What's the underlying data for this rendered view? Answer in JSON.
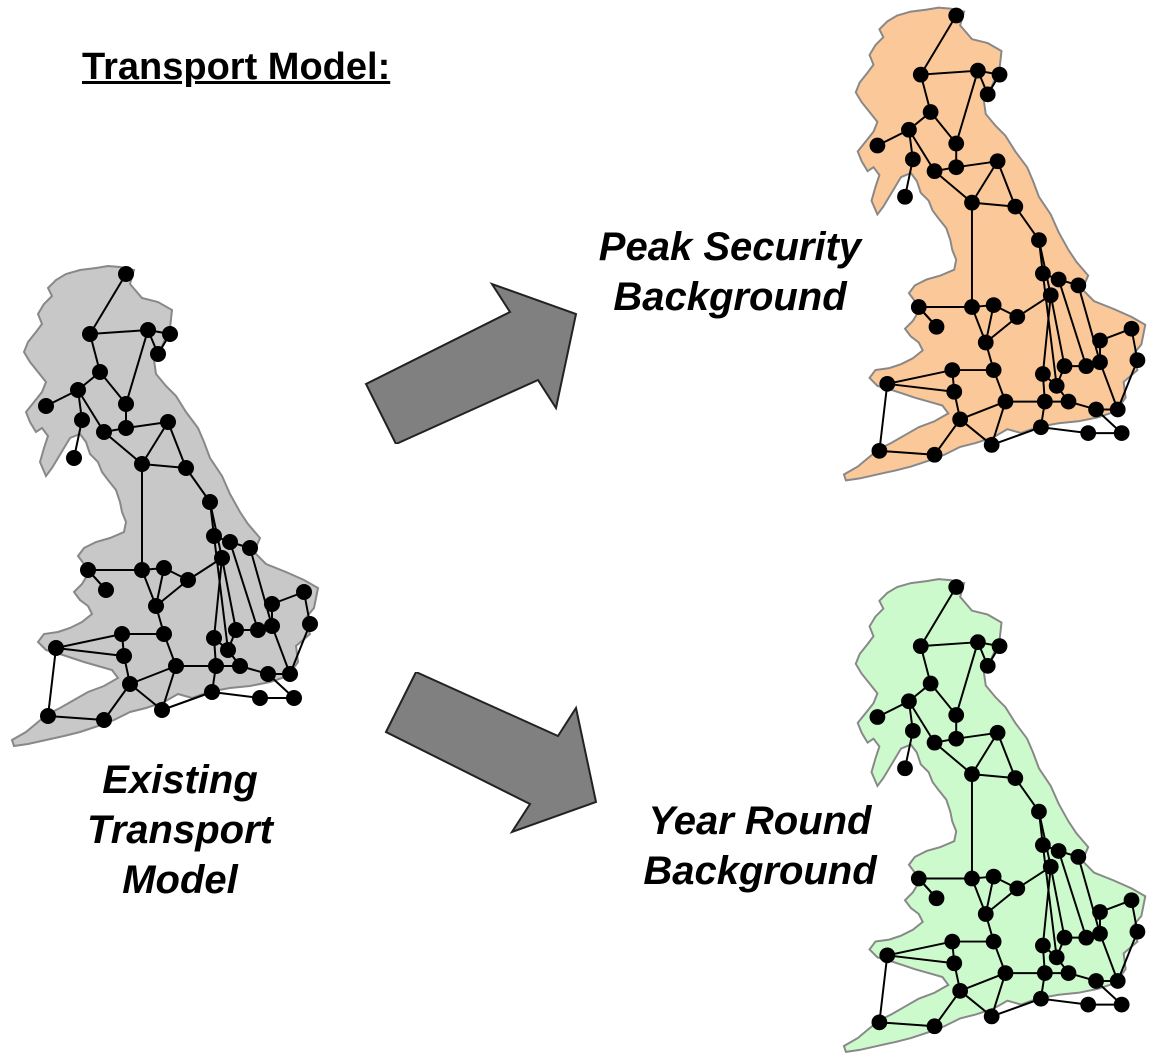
{
  "title": "Transport Model:",
  "captions": {
    "existing": [
      "Existing",
      "Transport",
      "Model"
    ],
    "peak": [
      "Peak Security",
      "Background"
    ],
    "year": [
      "Year Round",
      "Background"
    ]
  },
  "colors": {
    "existing_fill": "#c8c8c8",
    "peak_fill": "#fbc899",
    "year_fill": "#ccfacc",
    "coast_stroke": "#888888",
    "arrow_fill": "#808080",
    "node": "#000000"
  }
}
